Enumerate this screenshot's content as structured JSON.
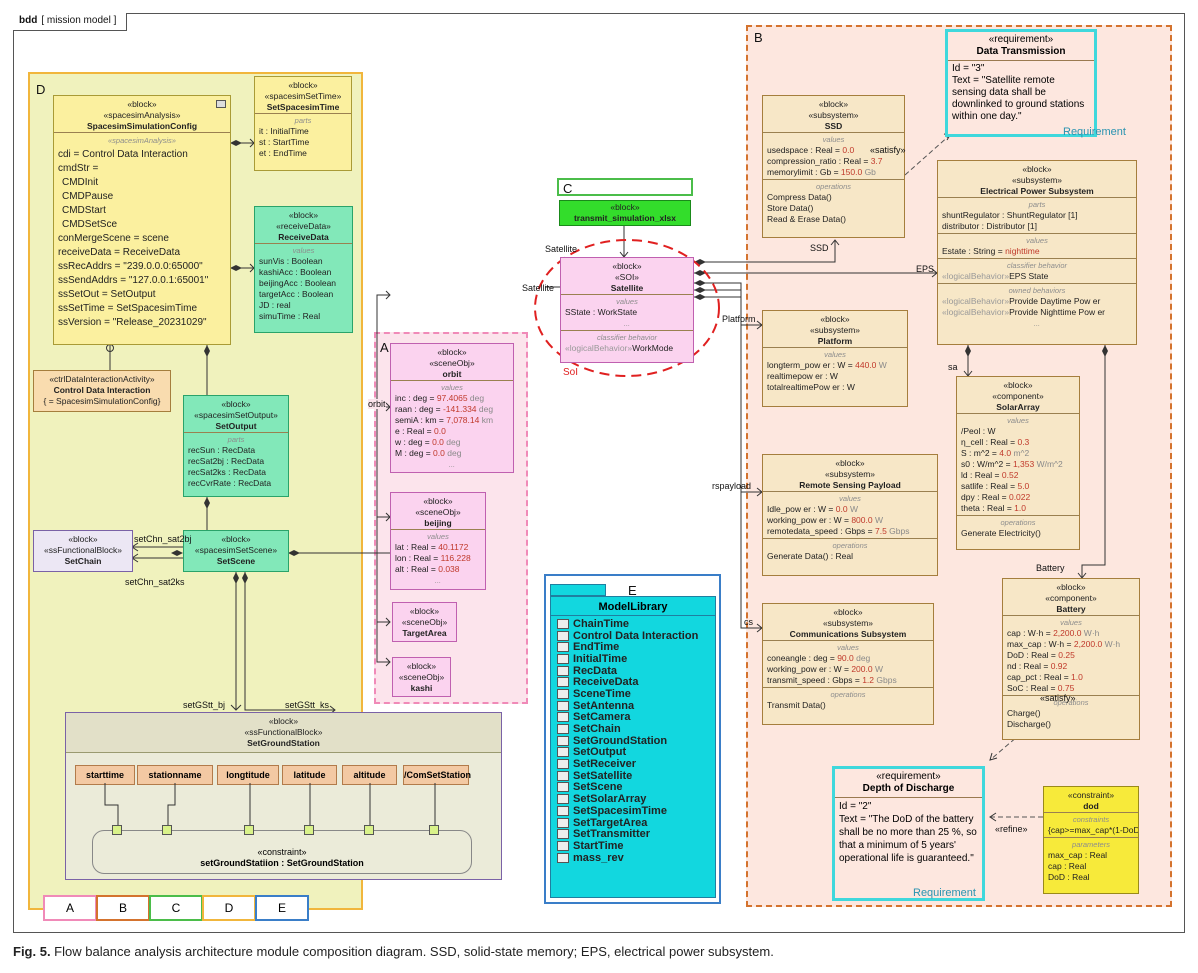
{
  "frame": {
    "kind": "bdd",
    "title": "[ mission model ]"
  },
  "region_labels": {
    "A": "A",
    "B": "B",
    "C": "C",
    "D": "D",
    "E": "E"
  },
  "colors": {
    "A": "#f08ab8",
    "B": "#d4732e",
    "C": "#4bbd4a",
    "D": "#f1b63c",
    "E": "#3a7ec8"
  },
  "blocks": {
    "spacesim_config": {
      "stereo1": "«block»",
      "stereo2": "«spacesimAnalysis»",
      "name": "SpacesimSimulationConfig",
      "section_caption": "«spacesimAnalysis»",
      "rows": [
        "cdi = Control Data Interaction",
        "cmdStr =",
        "CMDInit",
        "CMDPause",
        "CMDStart",
        "CMDSetSce",
        "conMergeScene = scene",
        "receiveData = ReceiveData",
        "ssRecAddrs = \"239.0.0.0:65000\"",
        "ssSendAddrs = \"127.0.0.1:65001\"",
        "ssSetOut = SetOutput",
        "ssSetTime = SetSpacesimTime",
        "ssVersion = \"Release_20231029\""
      ]
    },
    "set_spacesim_time": {
      "stereo1": "«block»",
      "stereo2": "«spacesimSetTime»",
      "name": "SetSpacesimTime",
      "caption": "parts",
      "rows": [
        "it : InitialTime",
        "st : StartTime",
        "et : EndTime"
      ]
    },
    "receive_data": {
      "stereo1": "«block»",
      "stereo2": "«receiveData»",
      "name": "ReceiveData",
      "caption": "values",
      "rows": [
        "sunVis : Boolean",
        "kashiAcc : Boolean",
        "beijingAcc : Boolean",
        "targetAcc : Boolean",
        "JD : real",
        "simuTime : Real"
      ]
    },
    "control_data": {
      "stereo1": "«ctrlDataInteractionActivity»",
      "name": "Control Data Interaction",
      "row": "{ = SpacesimSimulationConfig}"
    },
    "set_output": {
      "stereo1": "«block»",
      "stereo2": "«spacesimSetOutput»",
      "name": "SetOutput",
      "caption": "parts",
      "rows": [
        "recSun : RecData",
        "recSat2bj : RecData",
        "recSat2ks : RecData",
        "recCvrRate : RecData"
      ]
    },
    "set_scene": {
      "stereo1": "«block»",
      "stereo2": "«spacesimSetScene»",
      "name": "SetScene"
    },
    "set_chain": {
      "stereo1": "«block»",
      "stereo2": "«ssFunctionalBlock»",
      "name": "SetChain"
    },
    "set_ground_station": {
      "stereo1": "«block»",
      "stereo2": "«ssFunctionalBlock»",
      "name": "SetGroundStation",
      "ports": [
        "starttime",
        "stationname",
        "longtitude",
        "latitude",
        "altitude",
        "/ComSetStation"
      ],
      "constraint_stereo": "«constraint»",
      "constraint_name": "setGroundStatiion : SetGroundStation"
    },
    "orbit": {
      "stereo1": "«block»",
      "stereo2": "«sceneObj»",
      "name": "orbit",
      "caption": "values",
      "rows": [
        {
          "t": "inc : deg = ",
          "v": "97.4065",
          "u": " deg"
        },
        {
          "t": "raan : deg = ",
          "v": "-141.334",
          "u": " deg"
        },
        {
          "t": "semiA : km = ",
          "v": "7,078.14",
          "u": " km"
        },
        {
          "t": "e : Real = ",
          "v": "0.0",
          "u": ""
        },
        {
          "t": "w : deg = ",
          "v": "0.0",
          "u": " deg"
        },
        {
          "t": "M : deg = ",
          "v": "0.0",
          "u": " deg"
        }
      ],
      "more": "..."
    },
    "beijing": {
      "stereo1": "«block»",
      "stereo2": "«sceneObj»",
      "name": "beijing",
      "caption": "values",
      "rows": [
        {
          "t": "lat : Real = ",
          "v": "40.1172",
          "u": ""
        },
        {
          "t": "lon : Real = ",
          "v": "116.228",
          "u": ""
        },
        {
          "t": "alt : Real = ",
          "v": "0.038",
          "u": ""
        }
      ],
      "more": "..."
    },
    "target_area": {
      "stereo1": "«block»",
      "stereo2": "«sceneObj»",
      "name": "TargetArea"
    },
    "kashi": {
      "stereo1": "«block»",
      "stereo2": "«sceneObj»",
      "name": "kashi"
    },
    "transmit": {
      "stereo1": "«block»",
      "name": "transmit_simulation_xlsx"
    },
    "satellite": {
      "stereo1": "«block»",
      "stereo2": "«SOI»",
      "name": "Satellite",
      "caption": "values",
      "row": "SState : WorkState",
      "more": "...",
      "caption2": "classifier behavior",
      "behavior_prefix": "«logicalBehavior»",
      "behavior": "WorkMode"
    },
    "ssd": {
      "stereo1": "«block»",
      "stereo2": "«subsystem»",
      "name": "SSD",
      "caption": "values",
      "rows": [
        {
          "t": "usedspace : Real = ",
          "v": "0.0",
          "u": ""
        },
        {
          "t": "compression_ratio : Real = ",
          "v": "3.7",
          "u": ""
        },
        {
          "t": "memorylimit : Gb = ",
          "v": "150.0",
          "u": " Gb"
        }
      ],
      "caption2": "operations",
      "ops": [
        "Compress Data()",
        "Store Data()",
        "Read & Erase Data()"
      ]
    },
    "platform": {
      "stereo1": "«block»",
      "stereo2": "«subsystem»",
      "name": "Platform",
      "caption": "values",
      "rows": [
        {
          "t": "longterm_pow er : W = ",
          "v": "440.0",
          "u": " W"
        },
        {
          "t": "realtimepow er : W",
          "v": "",
          "u": ""
        },
        {
          "t": "totalrealtimePow er : W",
          "v": "",
          "u": ""
        }
      ]
    },
    "rsp": {
      "stereo1": "«block»",
      "stereo2": "«subsystem»",
      "name": "Remote Sensing Payload",
      "caption": "values",
      "rows": [
        {
          "t": "Idle_pow er : W = ",
          "v": "0.0",
          "u": " W"
        },
        {
          "t": "working_pow er : W = ",
          "v": "800.0",
          "u": " W"
        },
        {
          "t": "remotedata_speed : Gbps = ",
          "v": "7.5",
          "u": " Gbps"
        }
      ],
      "caption2": "operations",
      "ops": [
        "Generate Data() : Real"
      ]
    },
    "comms": {
      "stereo1": "«block»",
      "stereo2": "«subsystem»",
      "name": "Communications Subsystem",
      "caption": "values",
      "rows": [
        {
          "t": "coneangle : deg = ",
          "v": "90.0",
          "u": " deg"
        },
        {
          "t": "working_pow er : W = ",
          "v": "200.0",
          "u": " W"
        },
        {
          "t": "transmit_speed : Gbps = ",
          "v": "1.2",
          "u": " Gbps"
        }
      ],
      "caption2": "operations",
      "ops": [
        "Transmit Data()"
      ]
    },
    "eps": {
      "stereo1": "«block»",
      "stereo2": "«subsystem»",
      "name": "Electrical Power Subsystem",
      "caption": "parts",
      "parts": [
        "shuntRegulator : ShuntRegulator [1]",
        "distributor : Distributor [1]"
      ],
      "caption2": "values",
      "value_t": "Estate : String = ",
      "value_v": "nighttime",
      "caption3": "classifier behavior",
      "behavior_prefix": "«logicalBehavior»",
      "behavior": "EPS State",
      "caption4": "owned behaviors",
      "owned": [
        "Provide Daytime Pow er",
        "Provide Nighttime Pow er"
      ],
      "more": "..."
    },
    "solar": {
      "stereo1": "«block»",
      "stereo2": "«component»",
      "name": "SolarArray",
      "caption": "values",
      "rows": [
        {
          "t": "/Peol : W",
          "v": "",
          "u": ""
        },
        {
          "t": "η_cell : Real = ",
          "v": "0.3",
          "u": ""
        },
        {
          "t": "S : m^2 = ",
          "v": "4.0",
          "u": " m^2"
        },
        {
          "t": "s0 : W/m^2 = ",
          "v": "1,353",
          "u": " W/m^2"
        },
        {
          "t": "ld : Real = ",
          "v": "0.52",
          "u": ""
        },
        {
          "t": "satlife : Real = ",
          "v": "5.0",
          "u": ""
        },
        {
          "t": "dpy : Real = ",
          "v": "0.022",
          "u": ""
        },
        {
          "t": "theta : Real = ",
          "v": "1.0",
          "u": ""
        }
      ],
      "caption2": "operations",
      "ops": [
        "Generate Electricity()"
      ]
    },
    "battery": {
      "stereo1": "«block»",
      "stereo2": "«component»",
      "name": "Battery",
      "caption": "values",
      "rows": [
        {
          "t": "cap : W·h = ",
          "v": "2,200.0",
          "u": " W·h"
        },
        {
          "t": "max_cap : W·h = ",
          "v": "2,200.0",
          "u": " W·h"
        },
        {
          "t": "DoD : Real = ",
          "v": "0.25",
          "u": ""
        },
        {
          "t": "nd : Real = ",
          "v": "0.92",
          "u": ""
        },
        {
          "t": "cap_pct : Real = ",
          "v": "1.0",
          "u": ""
        },
        {
          "t": "SoC : Real = ",
          "v": "0.75",
          "u": ""
        }
      ],
      "caption2": "operations",
      "ops": [
        "Charge()",
        "Discharge()"
      ]
    },
    "dod": {
      "stereo1": "«constraint»",
      "name": "dod",
      "caption": "constraints",
      "constraint": "{cap>=max_cap*(1-DoD)}",
      "caption2": "parameters",
      "params": [
        "max_cap : Real",
        "cap : Real",
        "DoD : Real"
      ]
    }
  },
  "requirements": {
    "data_transmission": {
      "stereo": "«requirement»",
      "name": "Data Transmission",
      "id": "Id = \"3\"",
      "text": "Text = \"Satellite remote sensing data shall be downlinked to ground stations within one day.\"",
      "tag": "Requirement"
    },
    "depth_discharge": {
      "stereo": "«requirement»",
      "name": "Depth of Discharge",
      "id": "Id = \"2\"",
      "text": "Text = \"The DoD of the battery shall be no more than 25 %, so that a minimum of 5 years' operational life is guaranteed.\"",
      "tag": "Requirement"
    }
  },
  "library": {
    "title": "ModelLibrary",
    "items": [
      "ChainTime",
      "Control Data Interaction",
      "EndTime",
      "InitialTime",
      "RecData",
      "ReceiveData",
      "SceneTime",
      "SetAntenna",
      "SetCamera",
      "SetChain",
      "SetGroundStation",
      "SetOutput",
      "SetReceiver",
      "SetSatellite",
      "SetScene",
      "SetSolarArray",
      "SetSpacesimTime",
      "SetTargetArea",
      "SetTransmitter",
      "StartTime",
      "mass_rev"
    ]
  },
  "edge_labels": {
    "satellite1": "Satellite",
    "satellite2": "Satellite",
    "orbit": "orbit",
    "platform": "Platform",
    "rspayload": "rspayload",
    "cs": "cs",
    "ssd": "SSD",
    "eps": "EPS",
    "sa": "sa",
    "battery": "Battery",
    "satisfy1": "«satisfy»",
    "satisfy2": "«satisfy»",
    "refine": "«refine»",
    "setchn_bj": "setChn_sat2bj",
    "setchn_ks": "setChn_sat2ks",
    "setgstt_bj": "setGStt_bj",
    "setgstt_ks": "setGStt_ks",
    "soi": "SoI"
  },
  "legend": [
    "A",
    "B",
    "C",
    "D",
    "E"
  ],
  "caption": {
    "fig": "Fig. 5.",
    "text": " Flow balance analysis architecture module composition diagram. SSD, solid-state memory; EPS, electrical power subsystem."
  }
}
